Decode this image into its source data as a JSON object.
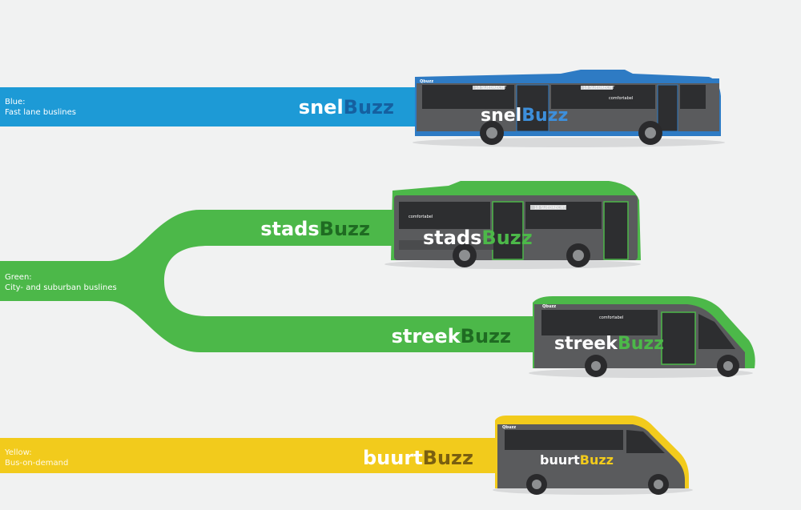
{
  "colors": {
    "blue": "#1d9ad6",
    "green": "#4cb849",
    "yellow": "#f2cb1c",
    "bus_body": "#5a5b5d",
    "window": "#2d2e30",
    "background": "#f1f2f2"
  },
  "lines": [
    {
      "key": "snel",
      "category": "Blue:",
      "description": "Fast lane buslines",
      "brand_prefix": "snel",
      "brand_suffix": "Buzz",
      "bus_prefix": "snel",
      "bus_suffix": "Buzz",
      "icon": "city-bus-icon",
      "destinations": [
        "18 SLIEDRECHT",
        "18 SLIEDRECHT"
      ],
      "comfort_label": "comfortabel"
    },
    {
      "key": "stads",
      "category": "Green:",
      "description": "City- and suburban buslines",
      "brand_prefix": "stads",
      "brand_suffix": "Buzz",
      "bus_prefix": "stads",
      "bus_suffix": "Buzz",
      "icon": "electric-bus-icon",
      "destinations": [
        "18 SLIEDRECHT"
      ],
      "comfort_label": "comfortabel"
    },
    {
      "key": "streek",
      "brand_prefix": "streek",
      "brand_suffix": "Buzz",
      "bus_prefix": "streek",
      "bus_suffix": "Buzz",
      "icon": "midi-bus-icon",
      "comfort_label": "comfortabel"
    },
    {
      "key": "buurt",
      "category": "Yellow:",
      "description": "Bus-on-demand",
      "brand_prefix": "buurt",
      "brand_suffix": "Buzz",
      "bus_prefix": "buurt",
      "bus_suffix": "Buzz",
      "icon": "minibus-icon"
    }
  ],
  "bus_logo": "Qbuzz"
}
